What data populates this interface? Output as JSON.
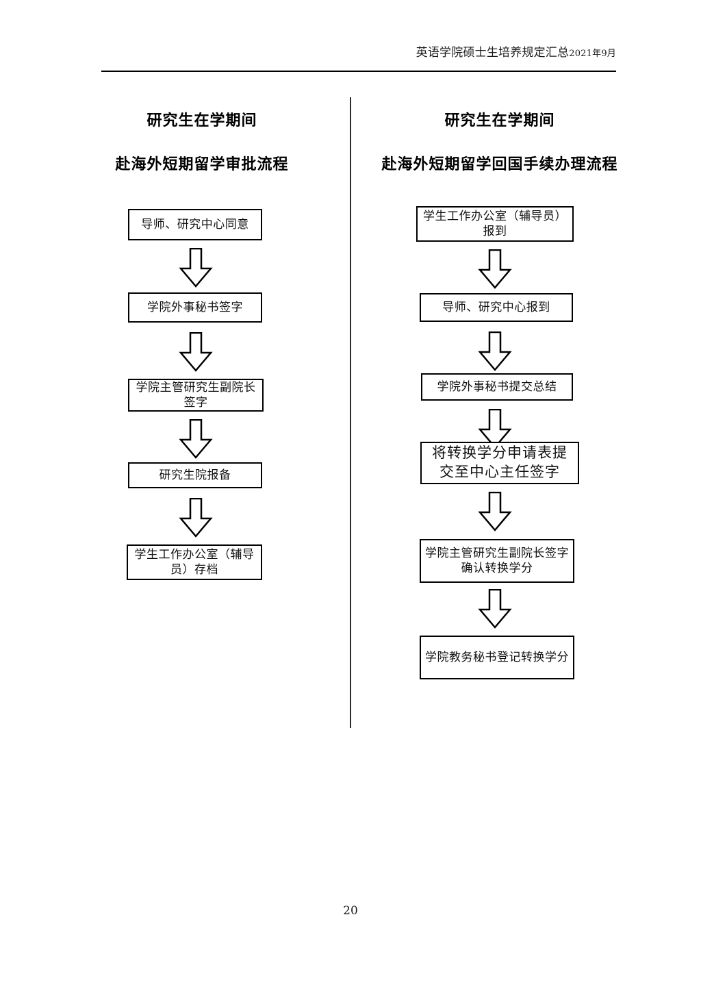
{
  "document": {
    "header": {
      "title_main": "英语学院硕士生培养规定汇总",
      "title_date": "2021年9月"
    },
    "page_number": "20"
  },
  "columns": {
    "left": {
      "title_line1": "研究生在学期间",
      "title_line2": "赴海外短期留学审批流程",
      "steps": [
        {
          "id": "step-l1",
          "text": "导师、研究中心同意"
        },
        {
          "id": "step-l2",
          "text": "学院外事秘书签字"
        },
        {
          "id": "step-l3",
          "text": "学院主管研究生副院长签字"
        },
        {
          "id": "step-l4",
          "text": "研究生院报备"
        },
        {
          "id": "step-l5",
          "text": "学生工作办公室（辅导员）存档"
        }
      ],
      "connectors": [
        {
          "id": "arrow-l1",
          "icon": "down-block-arrow-icon"
        },
        {
          "id": "arrow-l2",
          "icon": "down-block-arrow-icon"
        },
        {
          "id": "arrow-l3",
          "icon": "down-block-arrow-icon"
        },
        {
          "id": "arrow-l4",
          "icon": "down-block-arrow-icon"
        }
      ]
    },
    "right": {
      "title_line1": "研究生在学期间",
      "title_line2": "赴海外短期留学回国手续办理流程",
      "steps": [
        {
          "id": "step-r1",
          "text": "学生工作办公室（辅导员）报到"
        },
        {
          "id": "step-r2",
          "text": "导师、研究中心报到"
        },
        {
          "id": "step-r3",
          "text": "学院外事秘书提交总结"
        },
        {
          "id": "step-r4",
          "text": "将转换学分申请表提交至中心主任签字"
        },
        {
          "id": "step-r5",
          "text": "学院主管研究生副院长签字确认转换学分"
        },
        {
          "id": "step-r6",
          "text": "学院教务秘书登记转换学分"
        }
      ],
      "connectors": [
        {
          "id": "arrow-r1",
          "icon": "down-block-arrow-icon"
        },
        {
          "id": "arrow-r2",
          "icon": "down-block-arrow-icon"
        },
        {
          "id": "arrow-r3",
          "icon": "down-block-arrow-icon"
        },
        {
          "id": "arrow-r4",
          "icon": "down-block-arrow-icon"
        },
        {
          "id": "arrow-r5",
          "icon": "down-block-arrow-icon"
        }
      ]
    }
  },
  "style": {
    "ink": "#000000",
    "paper": "#ffffff"
  }
}
